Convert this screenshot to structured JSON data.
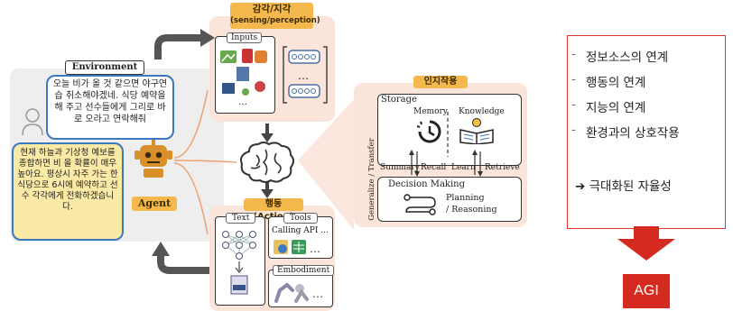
{
  "sensing": {
    "title": "감각/지각",
    "subtitle": "(sensing/perception)",
    "inputs_label": "Inputs",
    "more": "..."
  },
  "environment": {
    "label": "Environment",
    "bubble_text": "오늘 비가 올 것 같으면 야구연습 취소해야겠네. 식당 예약을 해 주고 선수들에게 그리로 바로 오라고 연락해줘"
  },
  "agent": {
    "label": "Agent",
    "bubble_text": "현재 하늘과 기상청 예보를 종합하면 비 올 확률이 매우 높아요. 평상시 자주 가는 한식당으로 6시에 예약하고 선수 각각에게 전화하겠습니다."
  },
  "cognition": {
    "title": "인지작용",
    "storage": "Storage",
    "memory": "Memory",
    "knowledge": "Knowledge",
    "summary": "Summary",
    "recall": "Recall",
    "learn": "Learn",
    "retrieve": "Retrieve",
    "generalize": "Generalize / Transfer",
    "decision": "Decision Making",
    "planning": "Planning",
    "reasoning": "/ Reasoning"
  },
  "action": {
    "title": "행동 (Action)",
    "text": "Text",
    "tools": "Tools",
    "calling_api": "Calling API ...",
    "embodiment": "Embodiment",
    "more": "..."
  },
  "right_list": {
    "items": [
      "정보소스의 연계",
      "행동의 연계",
      "지능의 연계",
      "환경과의 상호작용"
    ],
    "conclusion": "➔ 극대화된 자율성"
  },
  "agi": {
    "label": "AGI"
  },
  "colors": {
    "accent_orange": "#f5b84d",
    "panel_peach": "#fbe4da",
    "agi_red": "#d42a20",
    "bubble_blue": "#3b78c0",
    "bubble_yellow": "#fbe9a6"
  }
}
